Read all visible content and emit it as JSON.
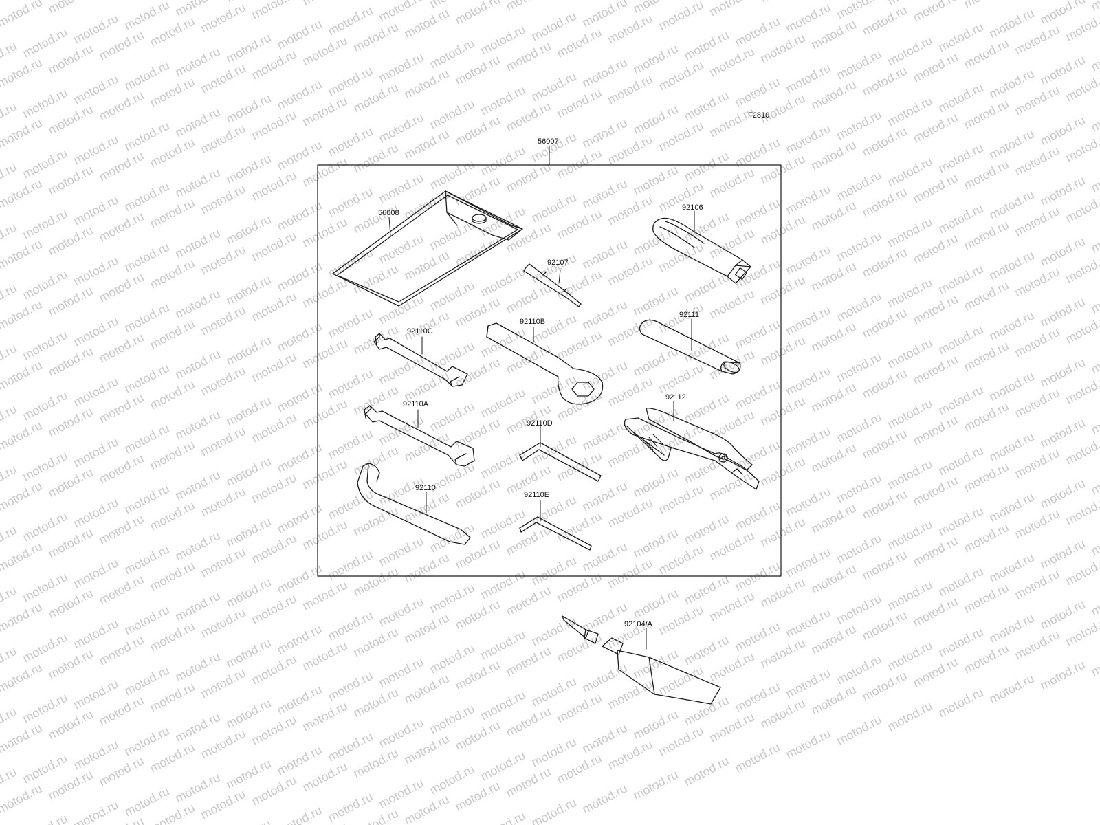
{
  "diagram": {
    "figure_code": "F2810",
    "watermark_text": "motod.ru",
    "watermark_color": "#c8c8c8",
    "line_color": "#1a1a1a",
    "kit_callout": "56007",
    "parts": [
      {
        "id": "pouch",
        "name": "tool-pouch",
        "callout": "56008"
      },
      {
        "id": "handle",
        "name": "screwdriver-handle",
        "callout": "92106"
      },
      {
        "id": "bit",
        "name": "screwdriver-bit",
        "callout": "92107"
      },
      {
        "id": "wrench_c",
        "name": "open-end-wrench-small",
        "callout": "92110C"
      },
      {
        "id": "box_wrench",
        "name": "box-end-wrench",
        "callout": "92110B"
      },
      {
        "id": "ext_bar",
        "name": "extension-bar",
        "callout": "92111"
      },
      {
        "id": "wrench_a",
        "name": "open-end-wrench-large",
        "callout": "92110A"
      },
      {
        "id": "hex_d",
        "name": "hex-key-large",
        "callout": "92110D"
      },
      {
        "id": "pliers",
        "name": "pliers",
        "callout": "92112"
      },
      {
        "id": "spanner",
        "name": "hook-spanner",
        "callout": "92110"
      },
      {
        "id": "hex_e",
        "name": "hex-key-small",
        "callout": "92110E"
      },
      {
        "id": "grease",
        "name": "grease-tube",
        "callout": "92104/A"
      }
    ]
  }
}
